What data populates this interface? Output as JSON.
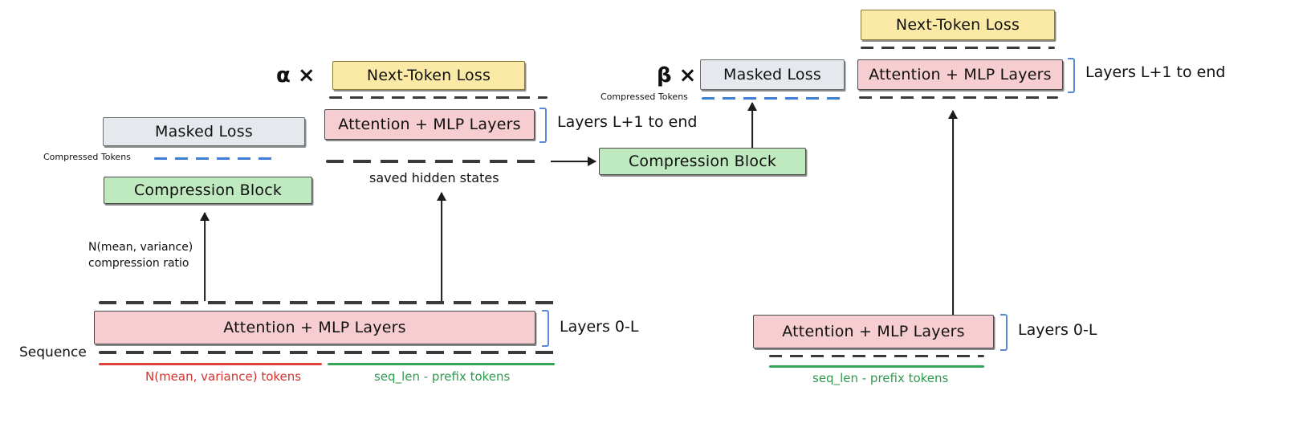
{
  "figure": {
    "title": "Two-stage compression training diagram",
    "colors": {
      "pink": "#f6cdd0",
      "yellow": "#fbeaa6",
      "green": "#bfeabf",
      "grey": "#e5e9ee",
      "blue_token": "#3a7fd5",
      "dark_token": "#3a3a3a",
      "red_rule": "#e0403a",
      "green_rule": "#35a35a",
      "bracket_blue": "#5b88d6"
    }
  },
  "left_stage": {
    "alpha_symbol": "α ×",
    "next_token_loss": "Next-Token Loss",
    "attention_mlp_upper": "Attention + MLP Layers",
    "layers_upper_bracket": "Layers L+1 to end",
    "masked_loss": "Masked Loss",
    "compressed_tokens_label": "Compressed Tokens",
    "compression_block": "Compression Block",
    "saved_hidden_states": "saved hidden states",
    "compression_arrow_line1": "N(mean, variance)",
    "compression_arrow_line2": "compression ratio",
    "attention_mlp_lower": "Attention + MLP Layers",
    "layers_lower_bracket": "Layers 0-L",
    "sequence_label": "Sequence",
    "red_span_label": "N(mean, variance) tokens",
    "green_span_label": "seq_len - prefix tokens"
  },
  "right_stage": {
    "beta_symbol": "β ×",
    "next_token_loss": "Next-Token Loss",
    "attention_mlp_upper": "Attention + MLP Layers",
    "layers_upper_bracket": "Layers L+1 to end",
    "masked_loss": "Masked Loss",
    "compressed_tokens_label": "Compressed Tokens",
    "compression_block": "Compression Block",
    "attention_mlp_lower": "Attention + MLP Layers",
    "layers_lower_bracket": "Layers 0-L",
    "green_span_label": "seq_len - prefix tokens"
  }
}
